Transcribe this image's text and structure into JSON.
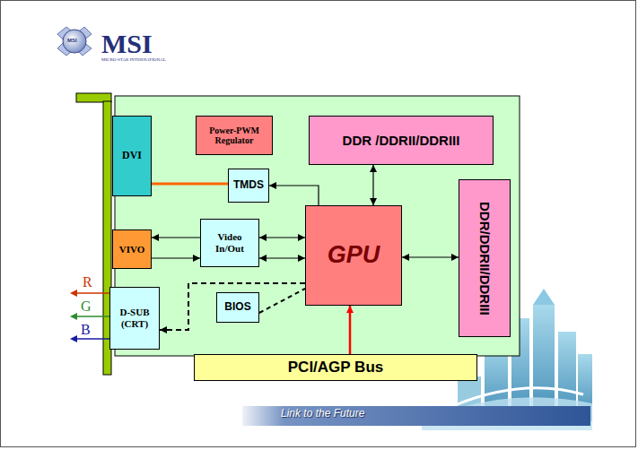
{
  "diagram": {
    "nodes": [
      {
        "text": [
          "DVI"
        ]
      },
      {
        "text": [
          "Power-PWM Regulator"
        ]
      },
      {
        "text": [
          "DDR /DDRII/DDRIII"
        ]
      },
      {
        "text": [
          "TMDS"
        ]
      },
      {
        "text": [
          "DDR/DDRII/DDRIII"
        ]
      },
      {
        "text": [
          "VIVO"
        ]
      },
      {
        "text": [
          "Video In/Out"
        ]
      },
      {
        "text": [
          "GPU"
        ]
      },
      {
        "text": [
          "D-SUB (CRT)"
        ]
      },
      {
        "text": [
          "BIOS"
        ]
      },
      {
        "text": [
          "PCI/AGP Bus"
        ]
      }
    ],
    "edges": [
      {
        "from": 3,
        "to": 0,
        "arrow": "none"
      },
      {
        "from": 7,
        "to": 3,
        "arrow": "to"
      },
      {
        "from": 7,
        "to": 2,
        "arrow": "both"
      },
      {
        "from": 7,
        "to": 4,
        "arrow": "both"
      },
      {
        "from": 6,
        "to": 7,
        "arrow": "both"
      },
      {
        "from": 6,
        "to": 7,
        "arrow": "both"
      },
      {
        "from": 6,
        "to": 5,
        "arrow": "to"
      },
      {
        "from": 5,
        "to": 6,
        "arrow": "to"
      },
      {
        "from": 7,
        "to": 8,
        "arrow": "to"
      },
      {
        "from": 9,
        "to": 7,
        "arrow": "none"
      },
      {
        "from": 10,
        "to": 7,
        "arrow": "to"
      }
    ],
    "labels": [
      "MSI",
      "MSI",
      "MICRO-STAR INTERNATIONAL",
      "R",
      "G",
      "B",
      "Link to the Future"
    ]
  }
}
